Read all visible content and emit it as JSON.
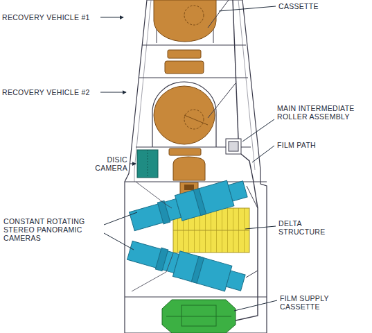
{
  "diagram": {
    "labels": [
      "RECOVERY VEHICLE #1",
      "CASSETTE",
      "RECOVERY VEHICLE #2",
      "MAIN INTERMEDIATE ROLLER ASSEMBLY",
      "FILM PATH",
      "DISIC CAMERA",
      "CONSTANT ROTATING STEREO PANORAMIC CAMERAS",
      "DELTA STRUCTURE",
      "FILM SUPPLY CASSETTE"
    ]
  }
}
